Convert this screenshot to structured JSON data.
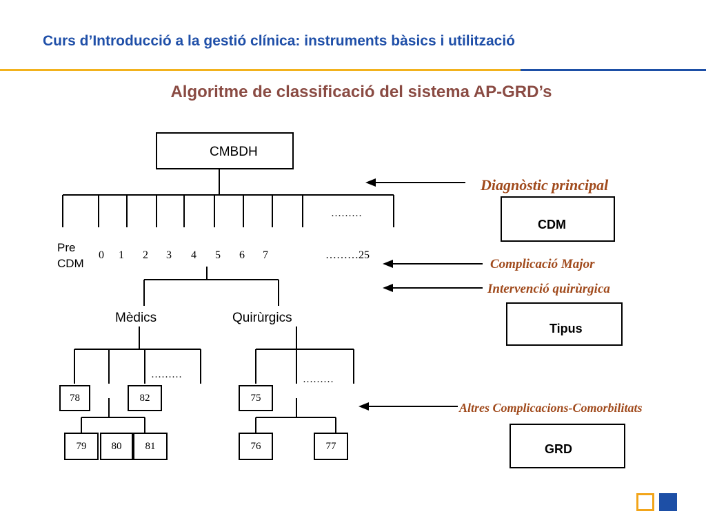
{
  "header": {
    "title": "Curs d’Introducció a la gestió clínica: instruments bàsics i utilització"
  },
  "slide": {
    "title": "Algoritme de classificació del sistema AP-GRD’s"
  },
  "colors": {
    "header_blue": "#1f4fa8",
    "accent_orange": "#f2b21d",
    "title_brown": "#8a4b43",
    "annotation_brown": "#a04a1c"
  },
  "diagram": {
    "root": "CMBDH",
    "pre_cdm": [
      "Pre",
      "CDM"
    ],
    "cdm_numbers": [
      "0",
      "1",
      "2",
      "3",
      "4",
      "5",
      "6",
      "7"
    ],
    "ellipsis_top": "………",
    "ellipsis_25": "………25",
    "medical": "Mèdics",
    "surgical": "Quirùrgics",
    "ellipsis_med": "………",
    "ellipsis_surg": "………",
    "grd_codes": {
      "g78": "78",
      "g82": "82",
      "g75": "75",
      "g79": "79",
      "g80": "80",
      "g81": "81",
      "g76": "76",
      "g77": "77"
    }
  },
  "annotations": {
    "diag_principal": "Diagnòstic principal",
    "complicacio_major": "Complicació Major",
    "intervencio": "Intervenció quirùrgica",
    "altres": "Altres Complicacions-Comorbilitats"
  },
  "result_boxes": {
    "cdm": "CDM",
    "tipus": "Tipus",
    "grd": "GRD"
  },
  "logo": {
    "icons": [
      "outline-square-icon",
      "filled-square-icon"
    ]
  }
}
